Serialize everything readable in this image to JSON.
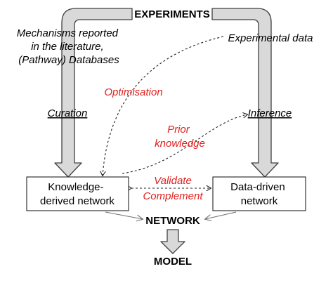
{
  "nodes": {
    "experiments": "EXPERIMENTS",
    "network": "NETWORK",
    "model": "MODEL",
    "knowledge_box": [
      "Knowledge-",
      "derived network"
    ],
    "data_box": [
      "Data-driven",
      "network"
    ]
  },
  "sources": {
    "mechanisms": [
      "Mechanisms reported",
      "in the literature,",
      "(Pathway) Databases"
    ],
    "experimental_data": "Experimental data"
  },
  "processes": {
    "curation": "Curation",
    "inference": "Inference"
  },
  "interactions": {
    "optimisation": "Optimisation",
    "prior_knowledge": [
      "Prior",
      "knowledge"
    ],
    "validate": "Validate",
    "complement": "Complement"
  },
  "colors": {
    "text": "#000000",
    "accent_red": "#e02020",
    "arrow_fill": "#d9d9d9",
    "arrow_stroke": "#404040"
  }
}
